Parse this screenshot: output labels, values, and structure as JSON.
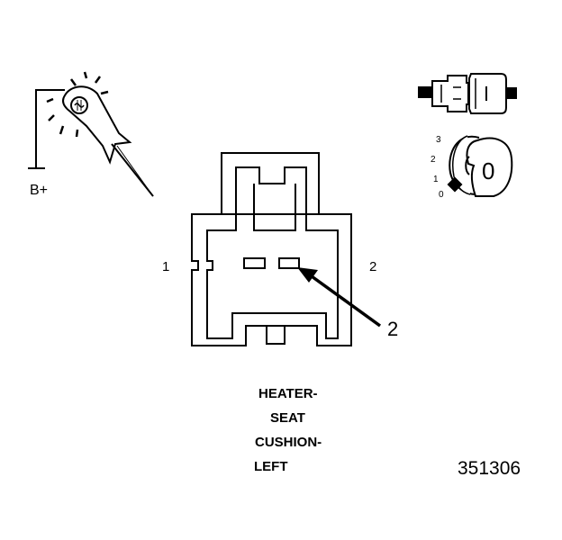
{
  "probe": {
    "label": "B+"
  },
  "connector": {
    "pin_left": "1",
    "pin_right": "2",
    "callout": "2"
  },
  "ignition_switch": {
    "positions": [
      "3",
      "2",
      "1",
      "0"
    ],
    "key_label": "0"
  },
  "caption": {
    "lines": [
      "HEATER-",
      "SEAT",
      "CUSHION-",
      "LEFT"
    ]
  },
  "figure_number": "351306"
}
